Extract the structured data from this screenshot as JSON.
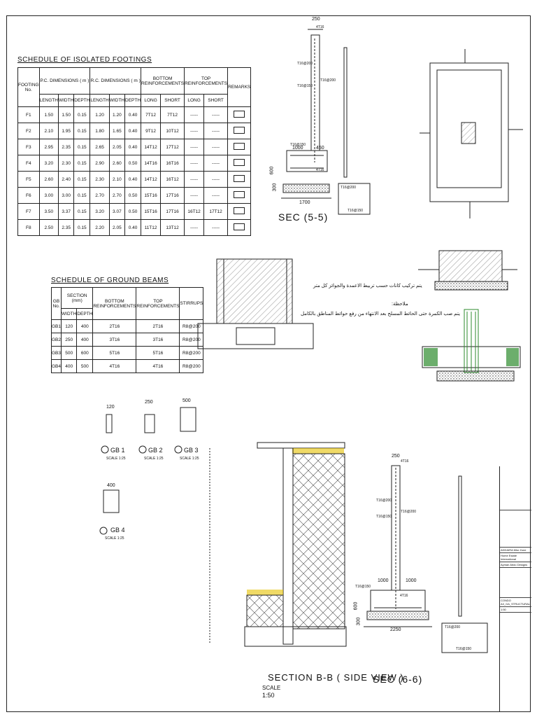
{
  "footings": {
    "title": "SCHEDULE OF ISOLATED FOOTINGS",
    "headers": {
      "footing_no": "FOOTING No.",
      "pc": "P.C. DIMENSIONS ( m )",
      "rc": "R.C. DIMENSIONS ( m )",
      "bottom": "BOTTOM REINFORCEMENTS",
      "top": "TOP REINFORCEMENTS",
      "remarks": "REMARKS",
      "length": "LENGTH",
      "width": "WIDTH",
      "depth": "DEPTH",
      "long": "LONG",
      "short": "SHORT"
    },
    "rows": [
      [
        "F1",
        "1.50",
        "1.50",
        "0.15",
        "1.20",
        "1.20",
        "0.40",
        "7T12",
        "7T12",
        "-----",
        "-----"
      ],
      [
        "F2",
        "2.10",
        "1.95",
        "0.15",
        "1.80",
        "1.65",
        "0.40",
        "9T12",
        "10T12",
        "-----",
        "-----"
      ],
      [
        "F3",
        "2.95",
        "2.35",
        "0.15",
        "2.65",
        "2.05",
        "0.40",
        "14T12",
        "17T12",
        "-----",
        "-----"
      ],
      [
        "F4",
        "3.20",
        "2.30",
        "0.15",
        "2.90",
        "2.60",
        "0.50",
        "14T16",
        "16T16",
        "-----",
        "-----"
      ],
      [
        "F5",
        "2.60",
        "2.40",
        "0.15",
        "2.30",
        "2.10",
        "0.40",
        "14T12",
        "16T12",
        "-----",
        "-----"
      ],
      [
        "F6",
        "3.00",
        "3.00",
        "0.15",
        "2.70",
        "2.70",
        "0.50",
        "15T16",
        "17T16",
        "-----",
        "-----"
      ],
      [
        "F7",
        "3.50",
        "3.37",
        "0.15",
        "3.20",
        "3.07",
        "0.50",
        "15T16",
        "17T16",
        "16T12",
        "17T12"
      ],
      [
        "F8",
        "2.50",
        "2.35",
        "0.15",
        "2.20",
        "2.05",
        "0.40",
        "11T12",
        "13T12",
        "-----",
        "-----"
      ]
    ]
  },
  "beams": {
    "title": "SCHEDULE OF GROUND BEAMS",
    "headers": {
      "gb_no": "GB No.",
      "section": "SECTION (mm)",
      "bottom": "BOTTOM REINFORCEMENTS",
      "top": "TOP REINFORCEMENTS",
      "stirrups": "STIRRUPS",
      "width": "WIDTH",
      "depth": "DEPTH"
    },
    "rows": [
      [
        "GB1",
        "120",
        "400",
        "2T16",
        "2T16",
        "R8@200"
      ],
      [
        "GB2",
        "250",
        "400",
        "3T16",
        "3T16",
        "R8@200"
      ],
      [
        "GB3",
        "500",
        "600",
        "5T16",
        "5T16",
        "R8@200"
      ],
      [
        "GB4",
        "400",
        "500",
        "4T16",
        "4T16",
        "R8@200"
      ]
    ]
  },
  "beam_details": [
    {
      "dim": "120",
      "name": "GB 1",
      "scale": "SCALE 1:25"
    },
    {
      "dim": "250",
      "name": "GB 2",
      "scale": "SCALE 1:25"
    },
    {
      "dim": "500",
      "name": "GB 3",
      "scale": "SCALE 1:25"
    },
    {
      "dim": "400",
      "name": "GB 4",
      "scale": "SCALE 1:25"
    }
  ],
  "sec55": {
    "title": "SEC (5-5)",
    "dims": [
      "250",
      "1000",
      "450",
      "1700",
      "600",
      "300"
    ],
    "bars": [
      "T16@200",
      "T16@150",
      "T16@200",
      "T16@150",
      "T16@200",
      "T16@150",
      "4T16",
      "4T16"
    ]
  },
  "sec66": {
    "title": "SEC (6-6)",
    "dims": [
      "250",
      "1000",
      "1000",
      "2250",
      "600",
      "300"
    ],
    "bars": [
      "T16@200",
      "T16@150",
      "T16@200",
      "T16@150",
      "T16@200",
      "T16@150",
      "4T16",
      "4T16"
    ]
  },
  "sectionBB": {
    "title": "SECTION B-B ( SIDE VIEW )",
    "scale_label": "SCALE",
    "scale_value": "1:50"
  },
  "arabic_notes": {
    "note1": "يتم تركيب كانات حسب تربيط الاعمدة والجوائز كل متر",
    "heading": "ملاحظة:",
    "note2": "يتم صب الكمرة حتى الحائط المسلح بعد الانتهاء من رفع حوائط المناطق بالكامل"
  },
  "title_block": {
    "company": "ADDAIRA Misr Zone",
    "client": "Home Estate International",
    "designer": "Ayman Abdo Designs",
    "drawing": "CONDO A3_GA_STRUCTURAL",
    "scale": "1:50"
  },
  "colors": {
    "line": "#222222",
    "hatch": "#555555",
    "green": "#2e8b2e",
    "yellow": "#e6c200"
  }
}
